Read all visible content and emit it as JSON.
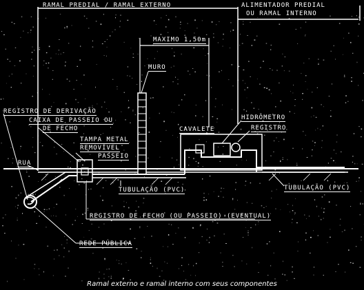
{
  "labels": {
    "top_left": "RAMAL PREDIAL / RAMAL EXTERNO",
    "top_right_1": "ALIMENTADOR PREDIAL",
    "top_right_2": "OU RAMAL INTERNO",
    "maximo": "MAXIMO 1,50m",
    "muro": "MURO",
    "registro_derivacao": "REGISTRO DE DERIVAÇÃO",
    "caixa_1": "CAIXA DE PASSEIO OU",
    "caixa_2": "DE FECHO",
    "tampa_1": "TAMPA METAL",
    "tampa_2": "REMOVÍVEL",
    "tampa_3": "PASSEIO",
    "rua": "RUA",
    "hidrometro": "HIDRÔMETRO",
    "registro": "REGISTRO",
    "cavalete": "CAVALETE",
    "tubulacao_left": "TUBULAÇÃO (PVC)",
    "tubulacao_right": "TUBULAÇÃO (PVC)",
    "registro_fecho": "REGISTRO DE FECHO (OU PASSEIO) (EVENTUAL)",
    "rede_publica": "REDE PÚBLICA"
  },
  "caption": "Ramal externo e ramal interno com seus componentes"
}
